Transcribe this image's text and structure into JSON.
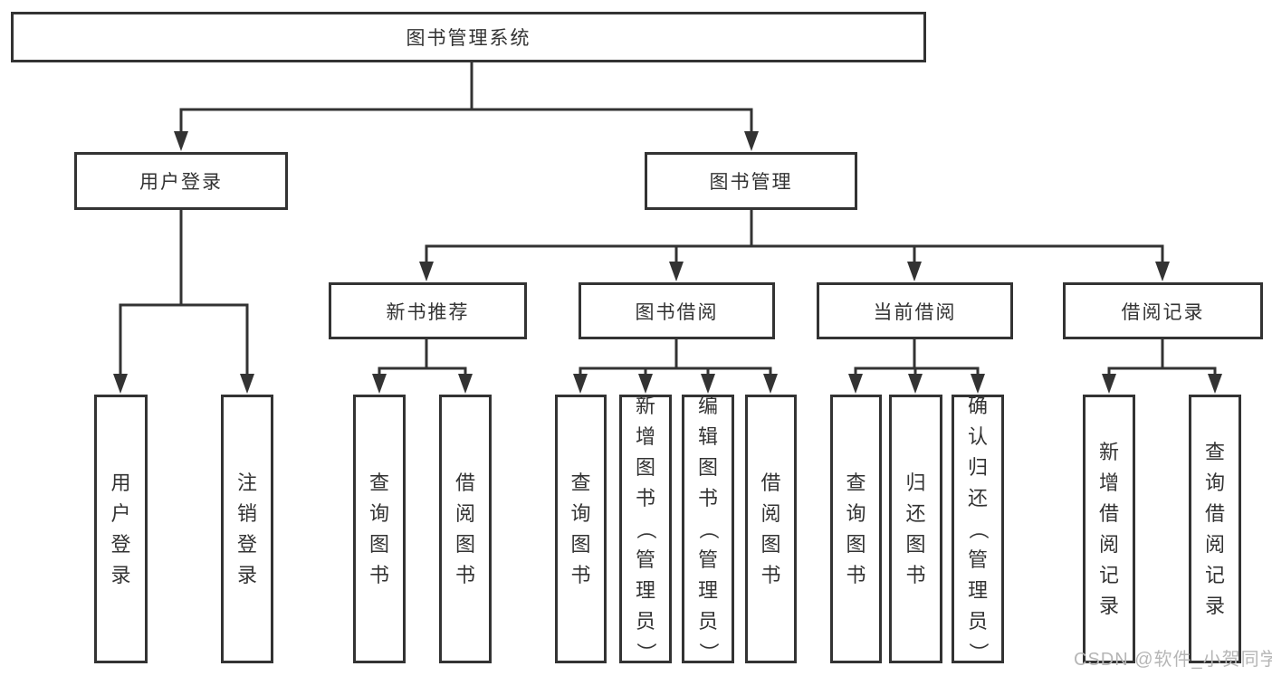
{
  "title": "图书管理系统",
  "watermark": "CSDN @软件_小贺同学",
  "colors": {
    "line": "#333333",
    "text": "#333333",
    "watermark": "#b6b6b6",
    "background": "#ffffff"
  },
  "tree": {
    "root": {
      "label": "图书管理系统",
      "children": [
        {
          "label": "用户登录",
          "children": [
            {
              "label": "用户登录"
            },
            {
              "label": "注销登录"
            }
          ]
        },
        {
          "label": "图书管理",
          "children": [
            {
              "label": "新书推荐",
              "children": [
                {
                  "label": "查询图书"
                },
                {
                  "label": "借阅图书"
                }
              ]
            },
            {
              "label": "图书借阅",
              "children": [
                {
                  "label": "查询图书"
                },
                {
                  "label": "新增图书（管理员）"
                },
                {
                  "label": "编辑图书（管理员）"
                },
                {
                  "label": "借阅图书"
                }
              ]
            },
            {
              "label": "当前借阅",
              "children": [
                {
                  "label": "查询图书"
                },
                {
                  "label": "归还图书"
                },
                {
                  "label": "确认归还（管理员）"
                }
              ]
            },
            {
              "label": "借阅记录",
              "children": [
                {
                  "label": "新增借阅记录"
                },
                {
                  "label": "查询借阅记录"
                }
              ]
            }
          ]
        }
      ]
    }
  }
}
